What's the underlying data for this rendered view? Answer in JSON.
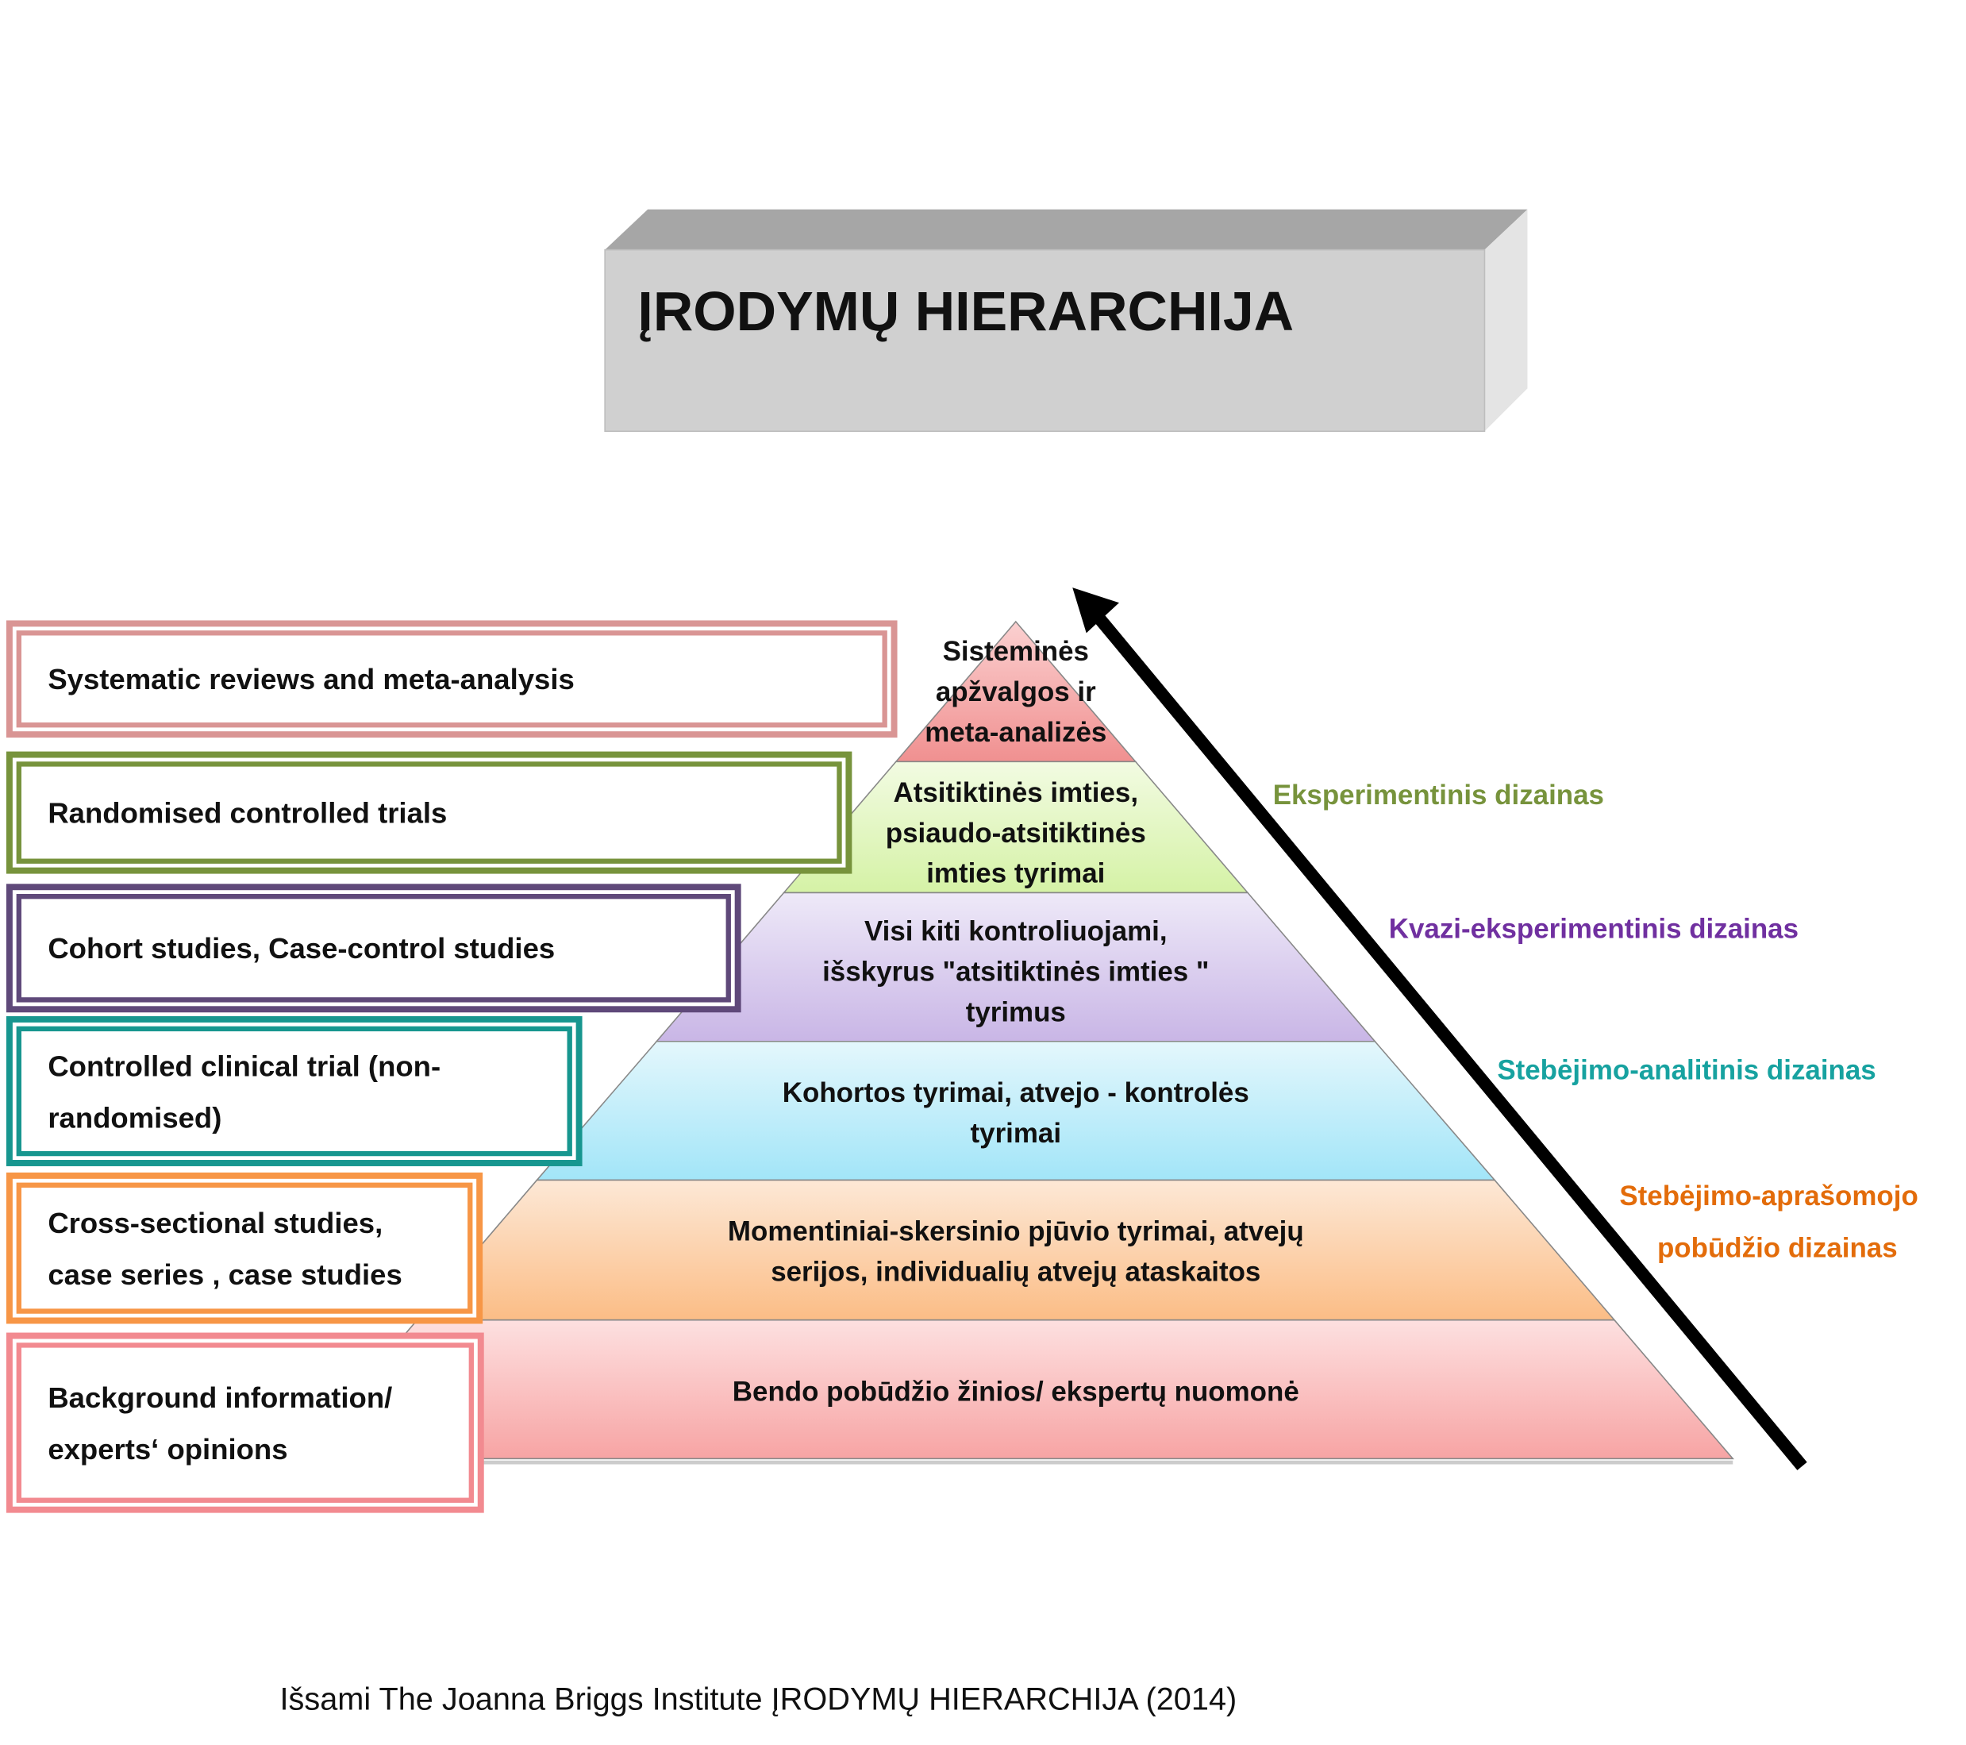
{
  "title": "ĮRODYMŲ HIERARCHIJA",
  "left_boxes": [
    {
      "lines": [
        "Systematic reviews and meta-analysis"
      ],
      "color": "#d99594"
    },
    {
      "lines": [
        "Randomised controlled trials"
      ],
      "color": "#77933c"
    },
    {
      "lines": [
        "Cohort studies, Case-control studies"
      ],
      "color": "#5f497a"
    },
    {
      "lines": [
        "Controlled clinical trial (non-",
        "randomised)"
      ],
      "color": "#17968f"
    },
    {
      "lines": [
        "Cross-sectional studies,",
        "case series , case studies"
      ],
      "color": "#f79646"
    },
    {
      "lines": [
        "Background information/",
        "experts‘ opinions"
      ],
      "color": "#f28a90"
    }
  ],
  "pyramid": [
    {
      "lines": [
        "Sisteminės",
        "apžvalgos ir",
        "meta-analizės"
      ]
    },
    {
      "lines": [
        "Atsitiktinės imties,",
        "psiaudo-atsitiktinės",
        "imties tyrimai"
      ]
    },
    {
      "lines": [
        "Visi kiti kontroliuojami,",
        "išskyrus \"atsitiktinės imties \"",
        "tyrimus"
      ]
    },
    {
      "lines": [
        "Kohortos tyrimai, atvejo - kontrolės",
        "tyrimai"
      ]
    },
    {
      "lines": [
        "Momentiniai-skersinio pjūvio tyrimai, atvejų",
        "serijos, individualių atvejų ataskaitos"
      ]
    },
    {
      "lines": [
        "Bendo pobūdžio žinios/ ekspertų nuomonė"
      ]
    }
  ],
  "design_labels": [
    {
      "lines": [
        "Eksperimentinis dizainas"
      ],
      "color": "#77933c"
    },
    {
      "lines": [
        "Kvazi-eksperimentinis dizainas"
      ],
      "color": "#7030a0"
    },
    {
      "lines": [
        "Stebėjimo-analitinis dizainas"
      ],
      "color": "#17a2a0"
    },
    {
      "lines": [
        "Stebėjimo-aprašomojo",
        "pobūdžio dizainas"
      ],
      "color": "#e36c0a"
    }
  ],
  "footer": "Išsami The Joanna Briggs Institute ĮRODYMŲ HIERARCHIJA (2014)"
}
